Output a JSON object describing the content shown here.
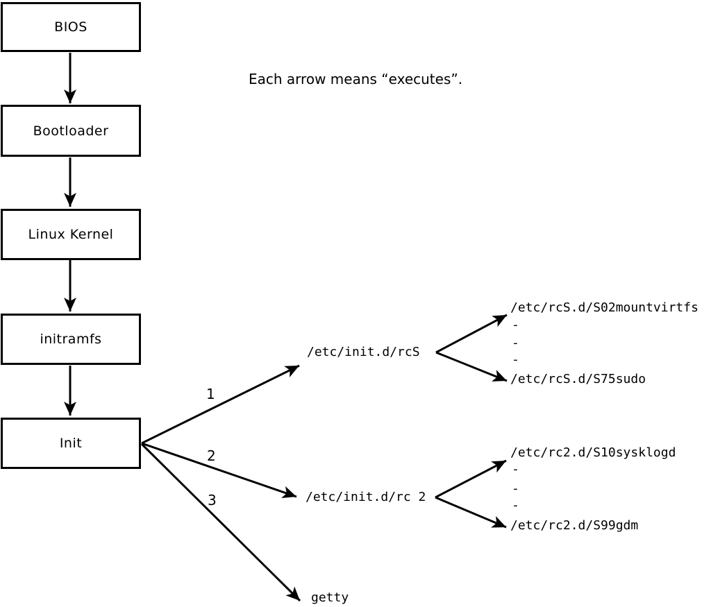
{
  "note": "Each arrow means “executes”.",
  "chain": [
    {
      "label": "BIOS"
    },
    {
      "label": "Bootloader"
    },
    {
      "label": "Linux Kernel"
    },
    {
      "label": "initramfs"
    },
    {
      "label": "Init"
    }
  ],
  "init_branches": [
    {
      "order": "1",
      "target": "/etc/init.d/rcS"
    },
    {
      "order": "2",
      "target": "/etc/init.d/rc 2"
    },
    {
      "order": "3",
      "target": "getty"
    }
  ],
  "rcS_run_scripts": {
    "first": "/etc/rcS.d/S02mountvirtfs",
    "dots": [
      "-",
      "-",
      "-"
    ],
    "last": "/etc/rcS.d/S75sudo"
  },
  "rc2_run_scripts": {
    "first": "/etc/rc2.d/S10sysklogd",
    "dots": [
      "-",
      "-",
      "-"
    ],
    "last": "/etc/rc2.d/S99gdm"
  },
  "colors": {
    "ink": "#000000",
    "paper": "#ffffff"
  }
}
